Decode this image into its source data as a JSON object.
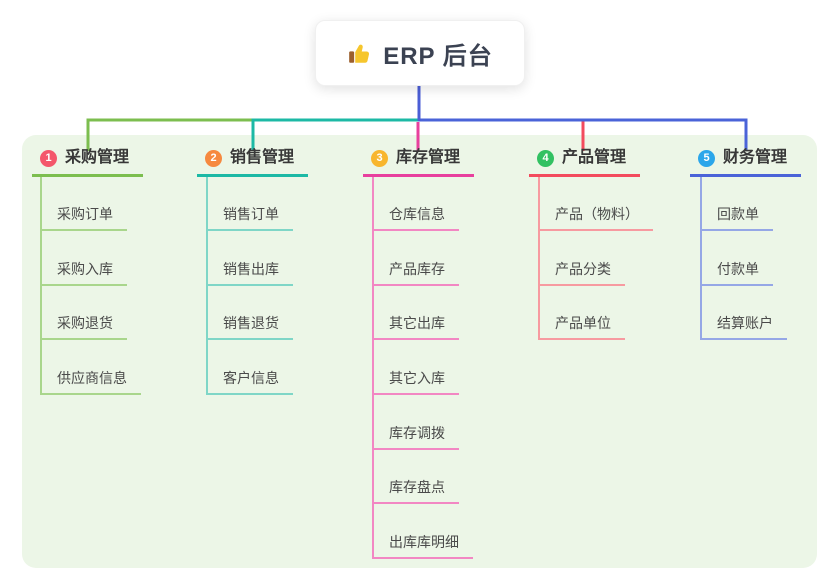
{
  "root": {
    "label": "ERP 后台",
    "icon": "thumbs-up-icon"
  },
  "colors": {
    "panel": "#ecf6e7",
    "root_line": "#4b5ed6",
    "title_text": "#383838",
    "child_text": "#4a4a4a"
  },
  "branches": [
    {
      "num": "1",
      "label": "采购管理",
      "color": "#7cbe4f",
      "light": "#a9d68c",
      "badge_color": "#f4576b",
      "children": [
        "采购订单",
        "采购入库",
        "采购退货",
        "供应商信息"
      ]
    },
    {
      "num": "2",
      "label": "销售管理",
      "color": "#1cb9a5",
      "light": "#7fd6c7",
      "badge_color": "#f6893f",
      "children": [
        "销售订单",
        "销售出库",
        "销售退货",
        "客户信息"
      ]
    },
    {
      "num": "3",
      "label": "库存管理",
      "color": "#e8409e",
      "light": "#f287c3",
      "badge_color": "#f8b62e",
      "children": [
        "仓库信息",
        "产品库存",
        "其它出库",
        "其它入库",
        "库存调拨",
        "库存盘点",
        "出库库明细"
      ]
    },
    {
      "num": "4",
      "label": "产品管理",
      "color": "#f34b5e",
      "light": "#f79aa0",
      "badge_color": "#32c162",
      "children": [
        "产品（物料）",
        "产品分类",
        "产品单位"
      ]
    },
    {
      "num": "5",
      "label": "财务管理",
      "color": "#4a63d8",
      "light": "#95a7e6",
      "badge_color": "#2ba6ea",
      "children": [
        "回款单",
        "付款单",
        "结算账户"
      ]
    }
  ]
}
